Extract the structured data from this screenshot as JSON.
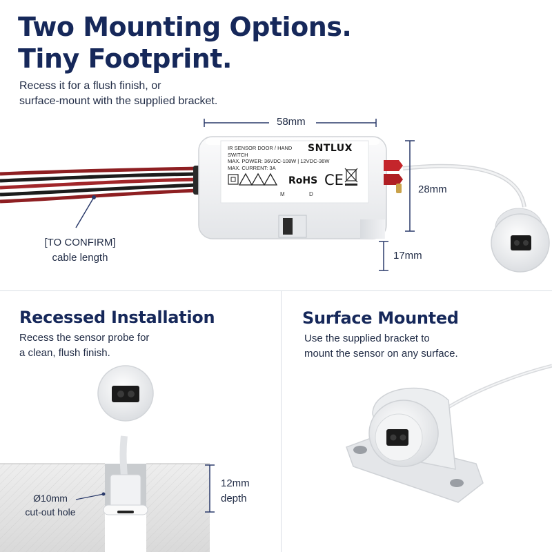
{
  "header": {
    "headline_line1": "Two Mounting Options.",
    "headline_line2": "Tiny Footprint.",
    "subline_line1": "Recess it for a flush finish, or",
    "subline_line2": "surface-mount with the supplied bracket."
  },
  "dimensions": {
    "width": "58mm",
    "height": "28mm",
    "depth": "17mm"
  },
  "cable_note": {
    "line1": "[TO CONFIRM]",
    "line2": "cable length"
  },
  "device_label": {
    "brand": "SNTLUX",
    "line1": "IR SENSOR DOOR / HAND",
    "line2": "SWITCH",
    "line3": "MAX. POWER: 36VDC-108W  |  12VDC-36W",
    "line4": "MAX. CURRENT: 3A",
    "rohs": "RoHS",
    "ce": "CE",
    "mode_m": "M",
    "mode_d": "D"
  },
  "recessed": {
    "title": "Recessed Installation",
    "desc_line1": "Recess the sensor probe for",
    "desc_line2": "a clean, flush finish.",
    "hole_line1": "Ø10mm",
    "hole_line2": "cut-out hole",
    "depth_line1": "12mm",
    "depth_line2": "depth"
  },
  "surface": {
    "title": "Surface Mounted",
    "desc_line1": "Use the supplied bracket to",
    "desc_line2": "mount the sensor on any surface."
  },
  "colors": {
    "navy": "#16285a",
    "dim_line": "#2a3a6a",
    "red_wire": "#8e1f22",
    "device_white": "#f4f5f6"
  }
}
